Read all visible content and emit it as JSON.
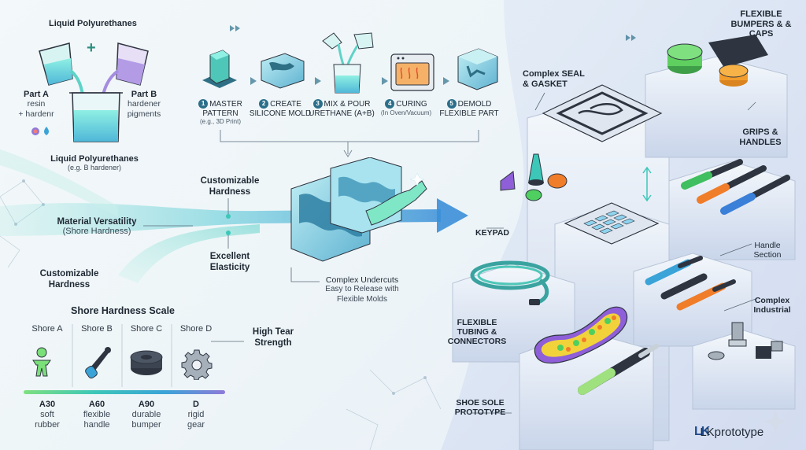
{
  "liquid": {
    "title": "Liquid Polyurethanes",
    "part_a": "Part A",
    "part_a_desc1": "resin",
    "part_a_desc2": "+ hardenr",
    "part_b": "Part B",
    "part_b_desc1": "hardener",
    "part_b_desc2": "pigments",
    "plus": "+",
    "bottom_title": "Liquid Polyurethanes",
    "bottom_sub": "(e.g. B hardener)"
  },
  "steps": [
    {
      "num": "1",
      "label": "MASTER PATTERN",
      "sub": "(e.g., 3D Print)"
    },
    {
      "num": "2",
      "label": "CREATE SILICONE MOLD",
      "sub": ""
    },
    {
      "num": "3",
      "label": "MIX & POUR URETHANE (A+B)",
      "sub": ""
    },
    {
      "num": "4",
      "label": "CURING",
      "sub": "(In Oven/Vacuum)"
    },
    {
      "num": "5",
      "label": "DEMOLD FLEXIBLE PART",
      "sub": ""
    }
  ],
  "properties": {
    "customizable_top": "Customizable Hardness",
    "material_versatility": "Material Versatility",
    "shore_hardness": "(Shore Hardness)",
    "excellent_elasticity": "Excellent Elasticity",
    "customizable_left": "Customizable Hardness",
    "complex_undercuts": "Complex Undercuts",
    "complex_undercuts_sub": "Easy to Release with Flexible Molds",
    "high_tear": "High Tear Strength"
  },
  "shore_scale": {
    "title": "Shore Hardness Scale",
    "levels": [
      {
        "head": "Shore A",
        "code": "A30",
        "desc1": "soft",
        "desc2": "rubber",
        "icon": "figure-icon"
      },
      {
        "head": "Shore B",
        "code": "A60",
        "desc1": "flexible",
        "desc2": "handle",
        "icon": "handle-icon"
      },
      {
        "head": "Shore C",
        "code": "A90",
        "desc1": "durable",
        "desc2": "bumper",
        "icon": "bumper-icon"
      },
      {
        "head": "Shore D",
        "code": "D",
        "desc1": "rigid",
        "desc2": "gear",
        "icon": "gear-icon"
      }
    ]
  },
  "applications": {
    "bumpers": "FLEXIBLE BUMPERS & & CAPS",
    "seal": "Complex SEAL & GASKET",
    "grips": "GRIPS & HANDLES",
    "keypad": "KEYPAD",
    "handle_section": "Handle Section",
    "tubing": "FLEXIBLE TUBING & CONNECTORS",
    "industrial": "Complex Industrial",
    "shoe": "SHOE SOLE PROTOTYPE"
  },
  "brand": {
    "logo_mark": "LK",
    "name": "LKprototype"
  },
  "colors": {
    "accent_teal": "#3cc7b8",
    "accent_blue": "#3aa3d8",
    "accent_purple": "#8e7ad8",
    "dark": "#2e3540"
  }
}
